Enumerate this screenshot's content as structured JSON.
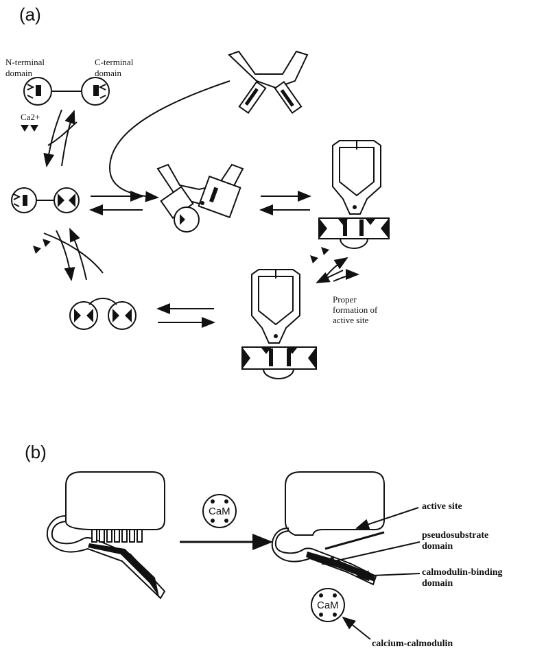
{
  "panel_a": {
    "label": "(a)",
    "n_terminal": [
      "N-terminal",
      "domain"
    ],
    "c_terminal": [
      "C-terminal",
      "domain"
    ],
    "ca_label": "Ca2+",
    "proper_formation": [
      "Proper",
      "formation of",
      "active site"
    ]
  },
  "panel_b": {
    "label": "(b)",
    "cam_label": "CaM",
    "active_site": "active site",
    "pseudosubstrate": [
      "pseudosubstrate",
      "domain"
    ],
    "calmodulin_binding": [
      "calmodulin-binding",
      "domain"
    ],
    "calcium_calmodulin": "calcium-calmodulin"
  }
}
